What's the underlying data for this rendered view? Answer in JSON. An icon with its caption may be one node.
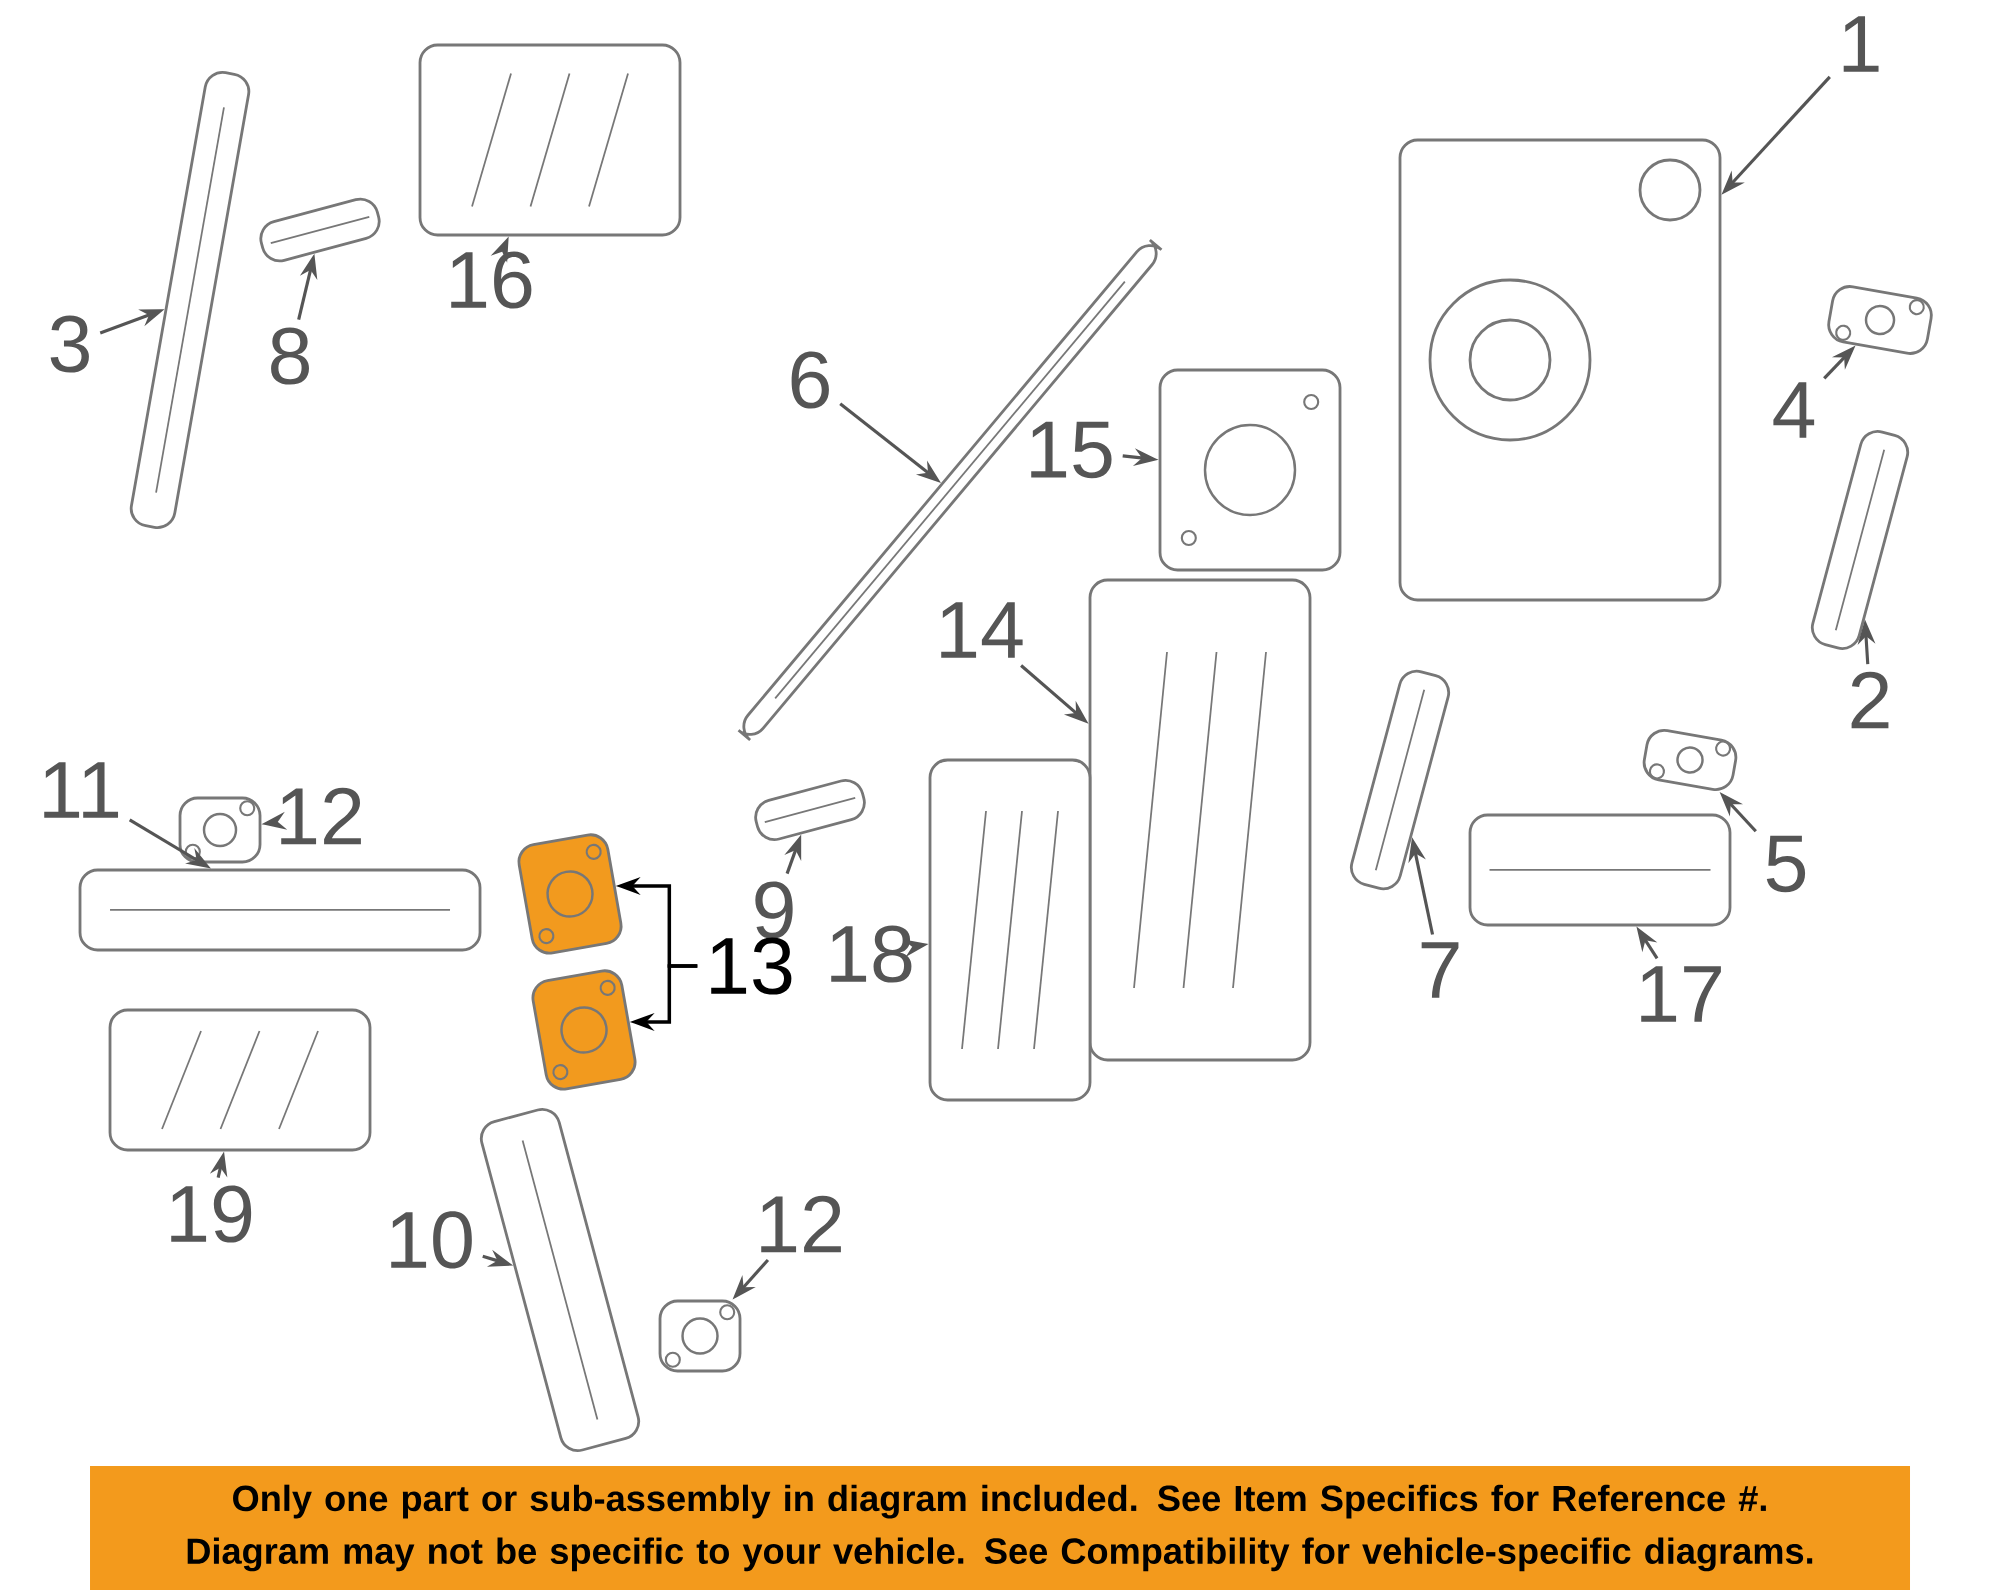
{
  "diagram": {
    "nodes": [
      {
        "text": [
          "1"
        ]
      },
      {
        "text": [],
        "shape": "picture"
      },
      {
        "text": [
          "3"
        ]
      },
      {
        "text": [],
        "shape": "picture"
      },
      {
        "text": [
          "16"
        ]
      },
      {
        "text": [],
        "shape": "picture"
      },
      {
        "text": [
          "8"
        ]
      },
      {
        "text": [],
        "shape": "picture"
      },
      {
        "text": [
          "4"
        ]
      },
      {
        "text": [],
        "shape": "picture"
      },
      {
        "text": [
          "6"
        ]
      },
      {
        "text": [],
        "shape": "picture"
      },
      {
        "text": [
          "15"
        ]
      },
      {
        "text": [],
        "shape": "picture"
      },
      {
        "text": [
          "14"
        ]
      },
      {
        "text": [],
        "shape": "picture"
      },
      {
        "text": [
          "2"
        ]
      },
      {
        "text": [],
        "shape": "picture"
      },
      {
        "text": [
          "11"
        ]
      },
      {
        "text": [],
        "shape": "picture"
      },
      {
        "text": [
          "12"
        ]
      },
      {
        "text": [],
        "shape": "picture"
      },
      {
        "text": [
          "5"
        ]
      },
      {
        "text": [],
        "shape": "picture"
      },
      {
        "text": [
          "9"
        ]
      },
      {
        "text": [],
        "shape": "picture"
      },
      {
        "text": [
          "13"
        ]
      },
      {
        "text": [],
        "shape": "picture"
      },
      {
        "text": [],
        "shape": "picture"
      },
      {
        "text": [
          "18"
        ]
      },
      {
        "text": [],
        "shape": "picture"
      },
      {
        "text": [
          "7"
        ]
      },
      {
        "text": [],
        "shape": "picture"
      },
      {
        "text": [
          "17"
        ]
      },
      {
        "text": [],
        "shape": "picture"
      },
      {
        "text": [
          "19"
        ]
      },
      {
        "text": [],
        "shape": "picture"
      },
      {
        "text": [
          "10"
        ]
      },
      {
        "text": [],
        "shape": "picture"
      },
      {
        "text": [
          "12"
        ]
      },
      {
        "text": [],
        "shape": "picture"
      },
      {
        "text": [
          "Only one part or sub-assembly in diagram included. See Item Specifics for Reference #.",
          "Diagram may not be specific to your vehicle. See Compatibility for vehicle-specific diagrams."
        ]
      }
    ],
    "edges": [
      {
        "from": 0,
        "to": 1,
        "arrow": "to"
      },
      {
        "from": 2,
        "to": 3,
        "arrow": "to"
      },
      {
        "from": 4,
        "to": 5,
        "arrow": "to"
      },
      {
        "from": 6,
        "to": 7,
        "arrow": "to"
      },
      {
        "from": 8,
        "to": 9,
        "arrow": "to"
      },
      {
        "from": 10,
        "to": 11,
        "arrow": "to"
      },
      {
        "from": 12,
        "to": 13,
        "arrow": "to"
      },
      {
        "from": 14,
        "to": 15,
        "arrow": "to"
      },
      {
        "from": 16,
        "to": 17,
        "arrow": "to"
      },
      {
        "from": 18,
        "to": 19,
        "arrow": "to"
      },
      {
        "from": 20,
        "to": 21,
        "arrow": "to"
      },
      {
        "from": 22,
        "to": 23,
        "arrow": "to"
      },
      {
        "from": 24,
        "to": 25,
        "arrow": "to"
      },
      {
        "from": 26,
        "to": 27,
        "arrow": "to",
        "color": "#000000"
      },
      {
        "from": 26,
        "to": 28,
        "arrow": "to",
        "color": "#000000"
      },
      {
        "from": 29,
        "to": 30,
        "arrow": "to"
      },
      {
        "from": 31,
        "to": 32,
        "arrow": "to"
      },
      {
        "from": 33,
        "to": 34,
        "arrow": "to"
      },
      {
        "from": 35,
        "to": 36,
        "arrow": "to"
      },
      {
        "from": 37,
        "to": 38,
        "arrow": "to"
      },
      {
        "from": 39,
        "to": 40,
        "arrow": "to"
      }
    ]
  }
}
